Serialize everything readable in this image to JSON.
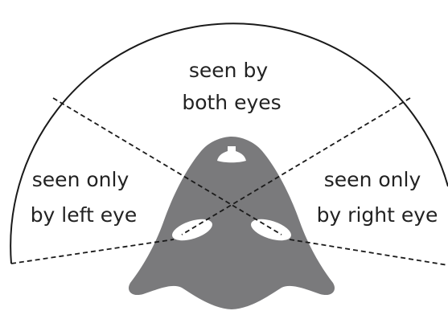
{
  "diagram": {
    "zones": {
      "binocular": {
        "lines": [
          "seen by",
          "both eyes"
        ]
      },
      "left_monocular": {
        "lines": [
          "seen only",
          "by left eye"
        ]
      },
      "right_monocular": {
        "lines": [
          "seen only",
          "by right eye"
        ]
      }
    },
    "colors": {
      "head": "#7a7a7c",
      "outline": "#1a1a1a",
      "eye": "#ffffff"
    }
  }
}
